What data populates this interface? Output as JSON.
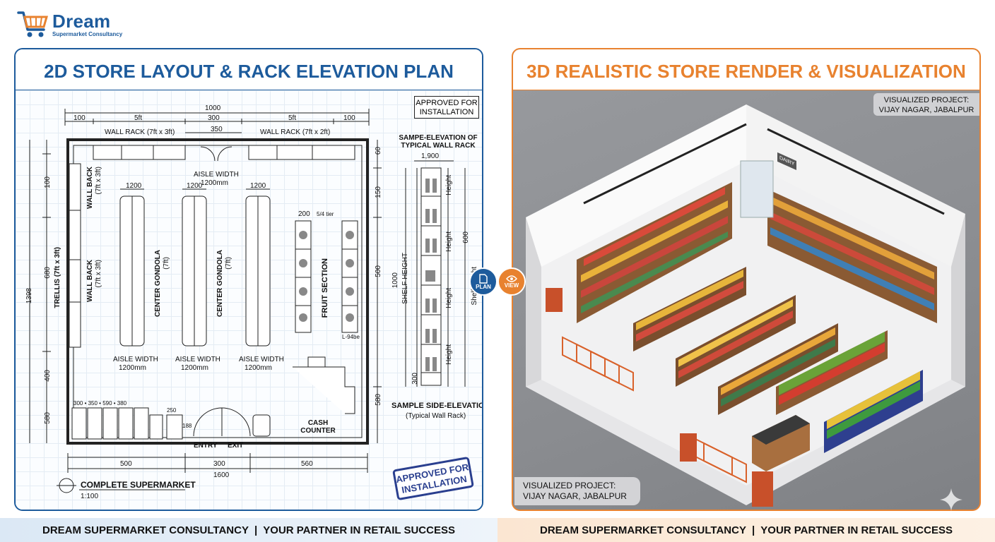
{
  "brand": {
    "name": "Dream",
    "tagline": "Supermarket Consultancy",
    "color": "#1d5b9c",
    "icon": "shopping-cart-icon"
  },
  "left_panel": {
    "title": "2D STORE LAYOUT & RACK ELEVATION PLAN",
    "accent": "#1d5b9c",
    "approved_box": "APPROVED FOR INSTALLATION",
    "stamp": "APPROVED FOR INSTALLATION",
    "dims_top": {
      "total": "1000",
      "d1": "100",
      "d2": "5ft",
      "d3": "300",
      "d4": "5ft",
      "d5": "100",
      "door": "350"
    },
    "wall_rack_left": "WALL RACK (7ft x 3ft)",
    "wall_rack_right": "WALL RACK (7ft x 2ft)",
    "aisle_top": "AISLE WIDTH",
    "aisle_top_mm": "1200mm",
    "gondola_width": "1200",
    "wall_back_1": "WALL BACK",
    "wall_back_1_size": "(7ft x 3ft)",
    "wall_back_2": "WALL BACK",
    "wall_back_2_size": "(7ft x 3ft)",
    "center_gondola": "CENTER GONDOLA",
    "center_gondola_size": "(7ft)",
    "fruit_section": "FRUIT SECTION",
    "fruit_dim": "200",
    "fruit_tier": "5/4 tier",
    "aisle_bottom": "AISLE WIDTH",
    "aisle_bottom_mm": "1200mm",
    "left_dims": {
      "d1": "100",
      "d2": "680",
      "d3": "400",
      "d4": "580",
      "total": "1398"
    },
    "left_rack_label": "TRELLIS (7ft x 3ft)",
    "right_dims": {
      "d1": "60",
      "d2": "150",
      "d3": "500",
      "d4": "1000",
      "d5": "580"
    },
    "trolley_dims": "300 • 350 • 590 • 380",
    "basket_dim": "250",
    "trolley_h": "188",
    "entry": "ENTRY",
    "exit": "EXIT",
    "cash_counter": "CASH COUNTER",
    "counter_dim": "L-94be",
    "dims_bottom": {
      "d1": "500",
      "d2": "300",
      "d3": "560",
      "total": "1600"
    },
    "plan_title": "COMPLETE SUPERMARKET",
    "scale": "1:100",
    "elevation_title": "SAMPE-ELEVATION OF TYPICAL WALL RACK",
    "elevation_width": "1,900",
    "elevation_left_label": "SHELF HEIGHT",
    "elevation_right_label": "Shelf Height",
    "elevation_shelf_label": "Height",
    "elevation_dims": {
      "top": "600",
      "bottom": "300"
    },
    "side_elevation_title": "SAMPLE SIDE-ELEVATION",
    "side_elevation_sub": "(Typical Wall Rack)"
  },
  "right_panel": {
    "title": "3D REALISTIC STORE RENDER & VISUALIZATION",
    "accent": "#e8822f",
    "note_top": "VISUALIZED PROJECT: VIJAY NAGAR, JABALPUR",
    "note_bottom_1": "VISUALIZED PROJECT:",
    "note_bottom_2": "VIJAY NAGAR, JABALPUR",
    "sign_1": "DAIRY"
  },
  "connectors": {
    "plan_label": "PLAN",
    "plan_icon": "document-icon",
    "view_label": "VIEW",
    "view_icon": "eye-icon"
  },
  "footer": {
    "left": "DREAM SUPERMARKET CONSULTANCY  |  YOUR PARTNER IN RETAIL SUCCESS",
    "right": "DREAM SUPERMARKET CONSULTANCY  |  YOUR PARTNER IN RETAIL SUCCESS"
  }
}
